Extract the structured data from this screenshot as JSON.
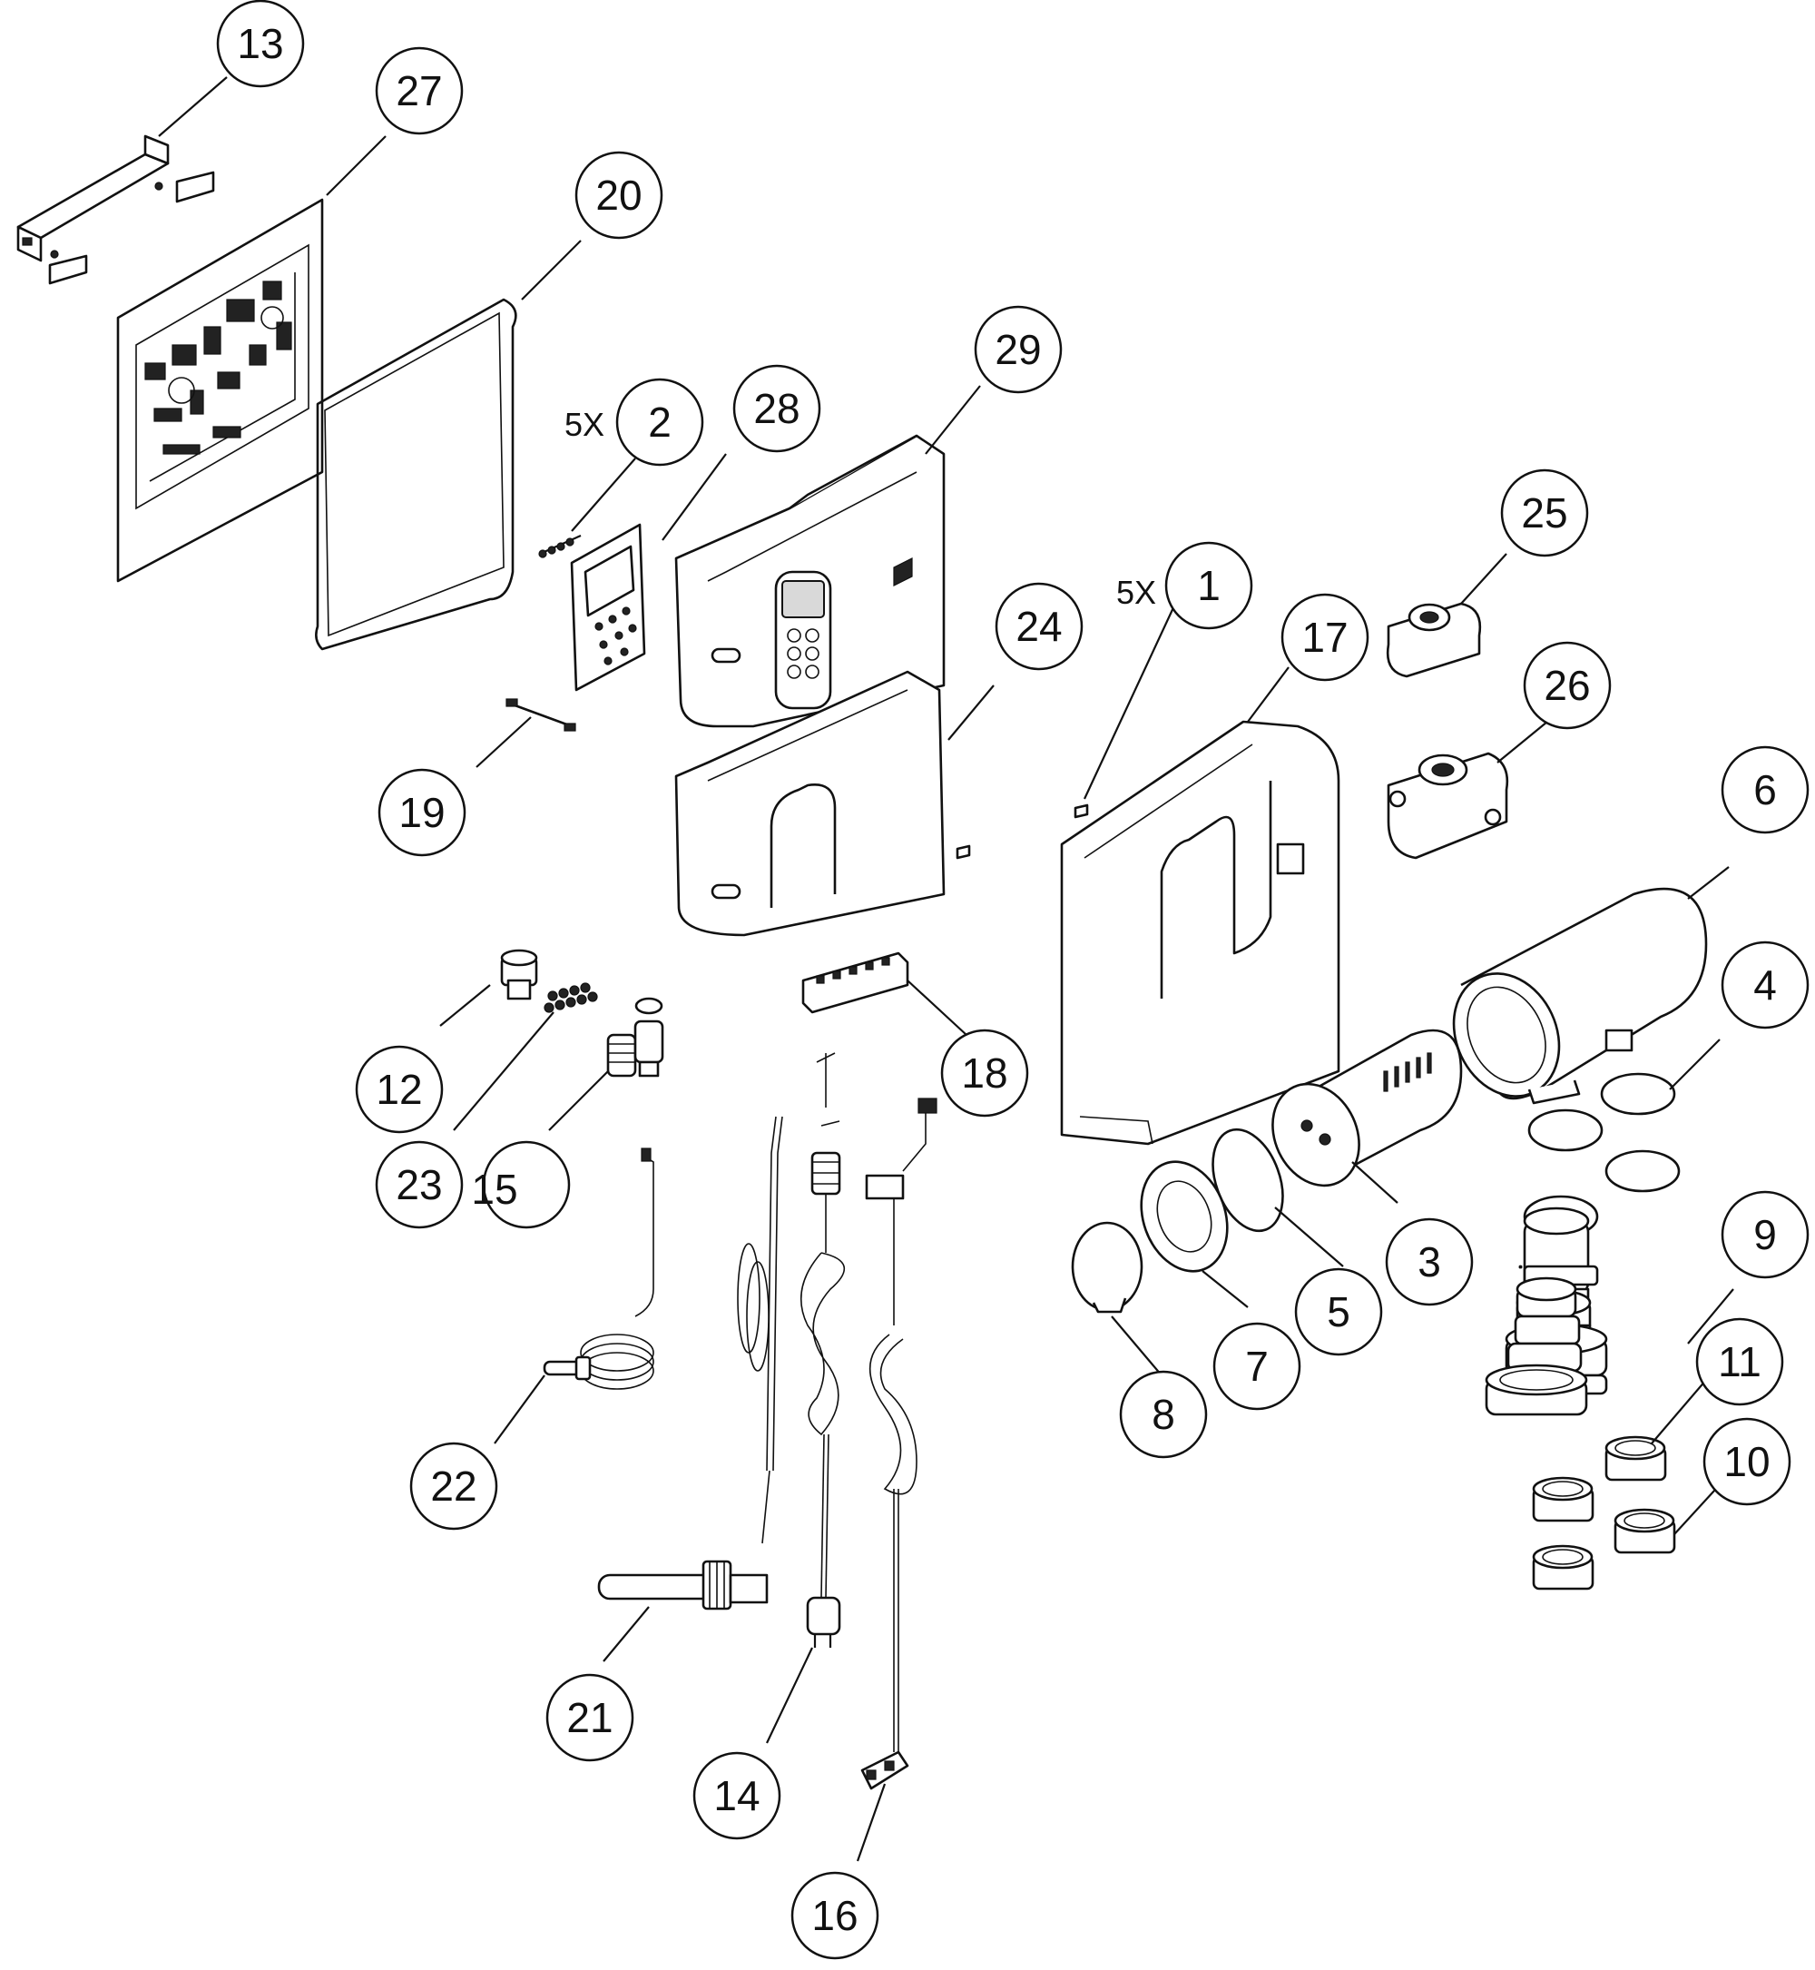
{
  "diagram": {
    "callouts": [
      {
        "id": "13",
        "label": "13"
      },
      {
        "id": "27",
        "label": "27"
      },
      {
        "id": "20",
        "label": "20"
      },
      {
        "id": "29",
        "label": "29"
      },
      {
        "id": "2",
        "label": "2",
        "qty": "5X"
      },
      {
        "id": "28",
        "label": "28"
      },
      {
        "id": "25",
        "label": "25"
      },
      {
        "id": "1",
        "label": "1",
        "qty": "5X"
      },
      {
        "id": "17",
        "label": "17"
      },
      {
        "id": "24",
        "label": "24"
      },
      {
        "id": "26",
        "label": "26"
      },
      {
        "id": "6",
        "label": "6"
      },
      {
        "id": "19",
        "label": "19"
      },
      {
        "id": "4",
        "label": "4"
      },
      {
        "id": "12",
        "label": "12"
      },
      {
        "id": "18",
        "label": "18"
      },
      {
        "id": "23",
        "label": "23"
      },
      {
        "id": "15",
        "label": "15"
      },
      {
        "id": "9",
        "label": "9"
      },
      {
        "id": "3",
        "label": "3"
      },
      {
        "id": "5",
        "label": "5"
      },
      {
        "id": "7",
        "label": "7"
      },
      {
        "id": "11",
        "label": "11"
      },
      {
        "id": "8",
        "label": "8"
      },
      {
        "id": "10",
        "label": "10"
      },
      {
        "id": "22",
        "label": "22"
      },
      {
        "id": "21",
        "label": "21"
      },
      {
        "id": "14",
        "label": "14"
      },
      {
        "id": "16",
        "label": "16"
      }
    ]
  }
}
